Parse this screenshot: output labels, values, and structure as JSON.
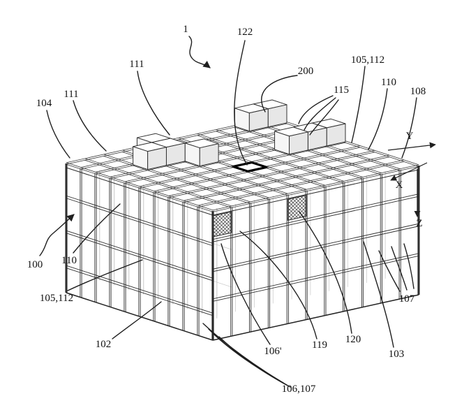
{
  "figure": {
    "grid_cols": 11,
    "grid_rows": 10,
    "robots": [
      [
        2,
        7
      ],
      [
        3,
        7
      ],
      [
        3,
        8
      ],
      [
        4,
        6
      ],
      [
        8,
        5
      ],
      [
        9,
        5
      ],
      [
        10,
        5
      ],
      [
        9,
        9
      ],
      [
        10,
        9
      ]
    ],
    "highlight_cell": [
      5,
      4
    ],
    "hatch_cells": [
      [
        0,
        0
      ],
      [
        4,
        0
      ]
    ],
    "colors": {
      "line": "#2e2e2e",
      "rail": "#3a3a3a",
      "interior": "#b8b8b8",
      "robot_top": "#ffffff",
      "robot_left": "#f6f6f6",
      "robot_right": "#e7e7e7",
      "highlight": "#000000"
    }
  },
  "labels": {
    "ref_1": "1",
    "ref_122": "122",
    "ref_200": "200",
    "ref_105_112_a": "105,112",
    "ref_110_a": "110",
    "ref_115": "115",
    "ref_108": "108",
    "ref_111_a": "111",
    "ref_111_b": "111",
    "ref_104": "104",
    "ref_100": "100",
    "ref_110_b": "110",
    "ref_105_112_b": "105,112",
    "ref_102": "102",
    "ref_106p": "106'",
    "ref_119": "119",
    "ref_120": "120",
    "ref_103": "103",
    "ref_107": "107",
    "ref_106_107": "106,107",
    "axis_x": "X",
    "axis_y": "Y",
    "axis_z": "Z"
  }
}
